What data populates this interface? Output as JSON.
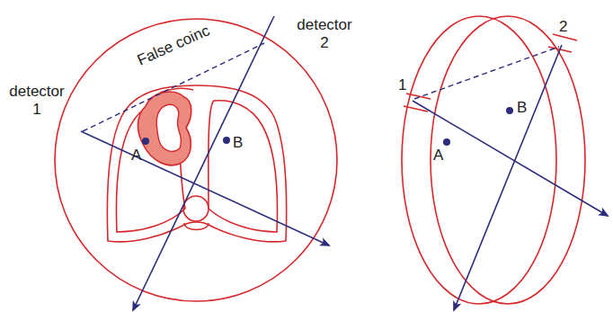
{
  "diagram": {
    "labels": [
      "detector 1",
      "detector 2",
      "False coinc",
      "A",
      "B",
      "1",
      "2",
      "A",
      "B"
    ]
  }
}
